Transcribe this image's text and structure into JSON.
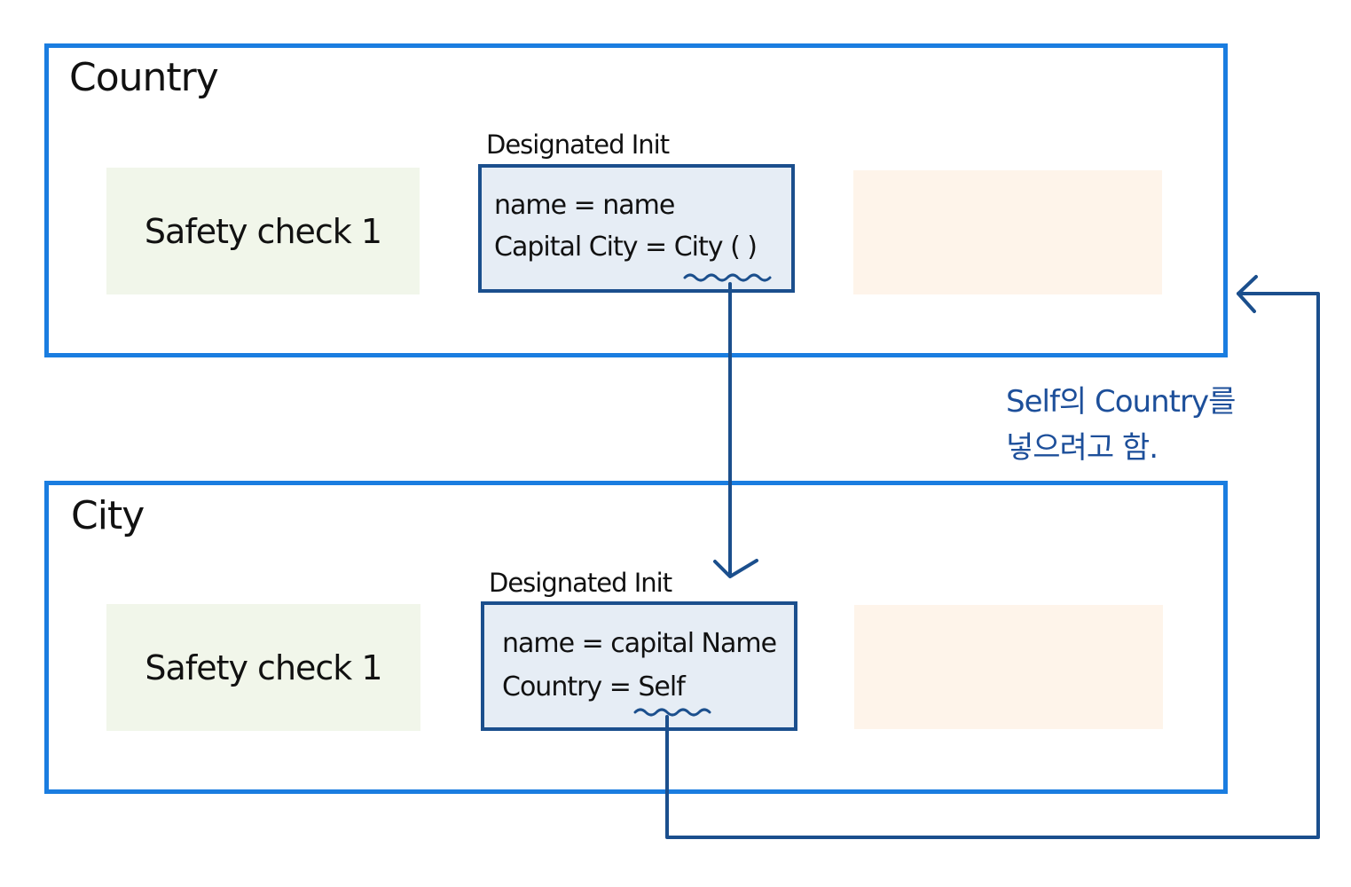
{
  "country": {
    "title": "Country",
    "safety_check": "Safety check 1",
    "init_label": "Designated Init",
    "line1": "name = name",
    "line2_prefix": "Capital City = ",
    "line2_call": "City ( )"
  },
  "city": {
    "title": "City",
    "safety_check": "Safety check 1",
    "init_label": "Designated Init",
    "line1": "name = capital Name",
    "line2_prefix": "Country = ",
    "line2_value": "Self"
  },
  "annotation": {
    "line1": "Self의 Country를",
    "line2": "넣으려고 함."
  },
  "colors": {
    "container_border": "#1a7de0",
    "init_border": "#1b4f8d",
    "init_fill": "#e6edf5",
    "safety_fill": "#f1f6ea",
    "empty_fill": "#fef4ea",
    "arrow": "#1b4f8d",
    "annotation_text": "#1d4f9a"
  }
}
